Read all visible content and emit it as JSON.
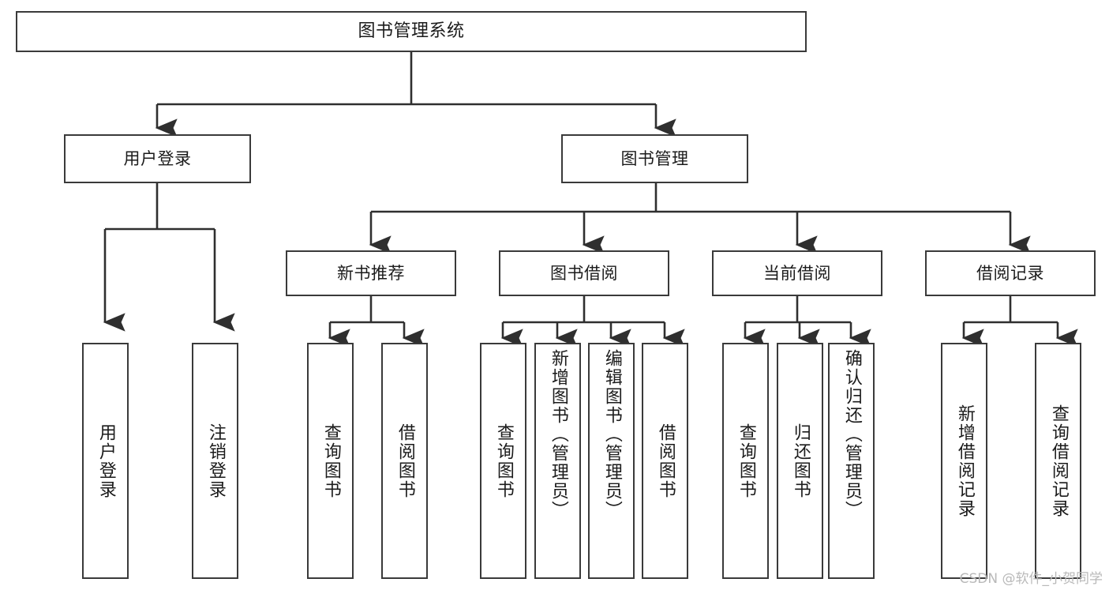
{
  "diagram": {
    "type": "tree",
    "title": "图书管理系统",
    "watermark": "CSDN @软件_小贺同学",
    "colors": {
      "box_border": "#3a3a3a",
      "box_fill": "#ffffff",
      "edge": "#2f2f2f",
      "text": "#1b1b1b",
      "watermark": "#b9b9b9"
    },
    "nodes": {
      "root": {
        "label": "图书管理系统"
      },
      "level2": [
        {
          "label": "用户登录"
        },
        {
          "label": "图书管理"
        }
      ],
      "level3": [
        {
          "label": "新书推荐"
        },
        {
          "label": "图书借阅"
        },
        {
          "label": "当前借阅"
        },
        {
          "label": "借阅记录"
        }
      ],
      "leaves": {
        "user_login": [
          {
            "label": "用户登录"
          },
          {
            "label": "注销登录"
          }
        ],
        "new_book": [
          {
            "label": "查询图书"
          },
          {
            "label": "借阅图书"
          }
        ],
        "book_borrow": [
          {
            "label": "查询图书"
          },
          {
            "label": "新增图书（管理员）"
          },
          {
            "label": "编辑图书（管理员）"
          },
          {
            "label": "借阅图书"
          }
        ],
        "current_borrow": [
          {
            "label": "查询图书"
          },
          {
            "label": "归还图书"
          },
          {
            "label": "确认归还（管理员）"
          }
        ],
        "borrow_record": [
          {
            "label": "新增借阅记录"
          },
          {
            "label": "查询借阅记录"
          }
        ]
      }
    }
  }
}
